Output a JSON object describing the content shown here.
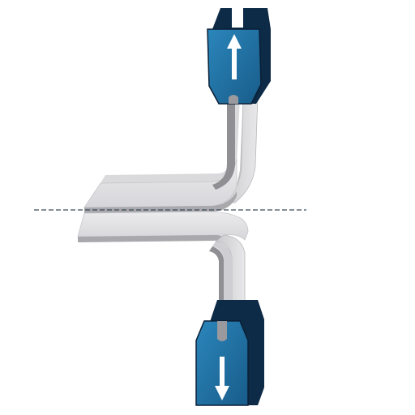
{
  "diagram": {
    "type": "T-peel test schematic",
    "colors": {
      "background": "#ffffff",
      "grip_front": "#1f6b9c",
      "grip_front_light": "#2d86b8",
      "grip_side": "#0d2a47",
      "grip_outline": "#0a1f36",
      "arrow": "#ffffff",
      "strip_fill": "#e7e7e9",
      "strip_top": "#dcdcdf",
      "strip_edge": "#9a9a9e",
      "dashed_line": "#3a4a5a"
    },
    "upper_grip": {
      "arrow_direction": "up",
      "icon": "arrow-up-icon"
    },
    "lower_grip": {
      "arrow_direction": "down",
      "icon": "arrow-down-icon"
    },
    "bond_line": {
      "style": "dashed"
    }
  }
}
